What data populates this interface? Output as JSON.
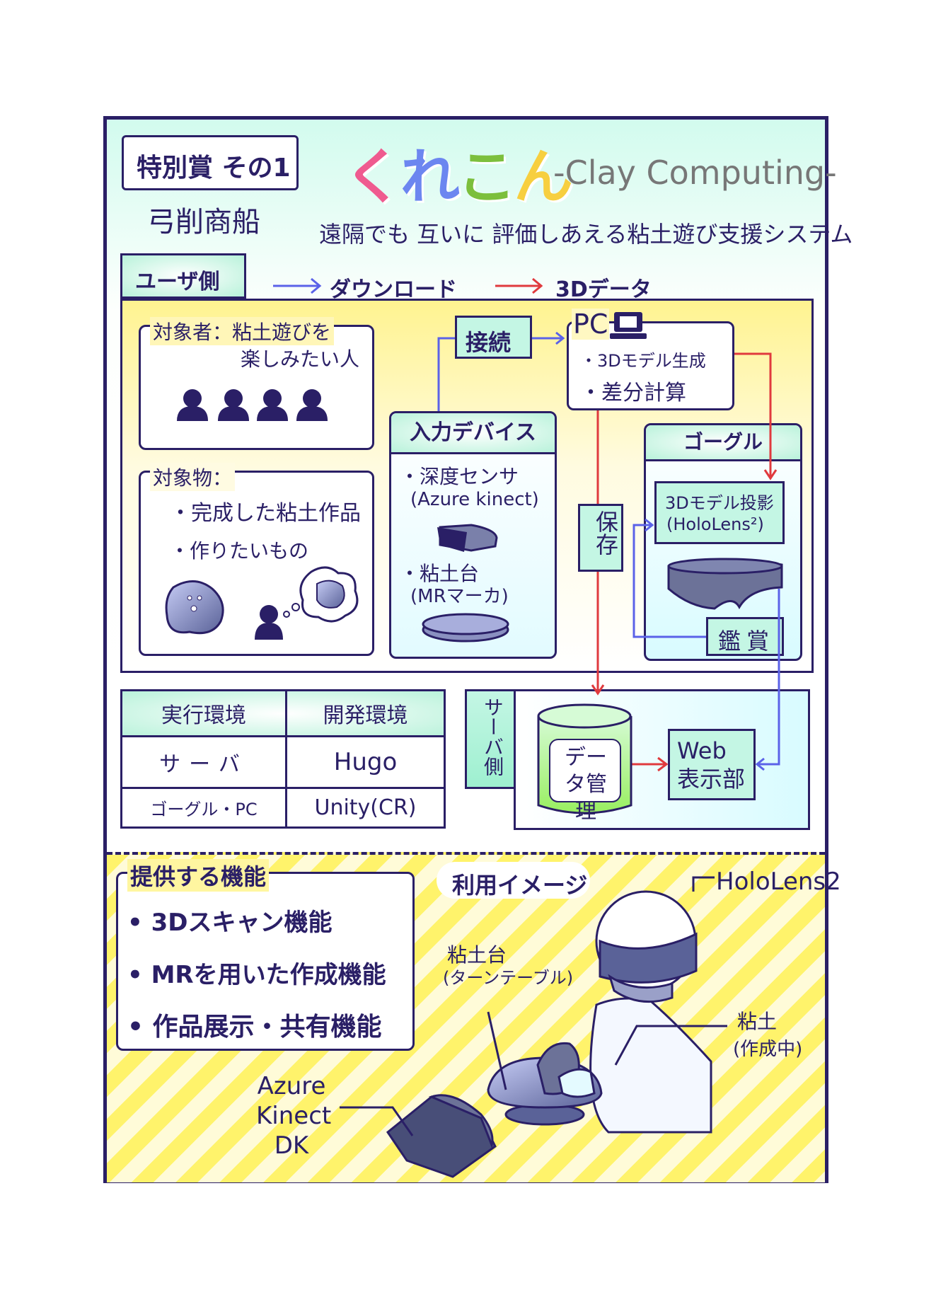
{
  "header": {
    "award": "特別賞 その1",
    "team": "弓削商船",
    "title": "くれこん",
    "title_colors": [
      "#ef5b8f",
      "#6c86f0",
      "#7cbf3c",
      "#f7cf3f"
    ],
    "subtitle_en": "-Clay Computing-",
    "tagline": "遠隔でも 互いに 評価しあえる粘土遊び支援システム"
  },
  "legend": {
    "user_side_tab": "ユーザ側",
    "download": "ダウンロード",
    "data3d": "3Dデータ",
    "download_color": "#5b62e8",
    "data3d_color": "#e03a3e"
  },
  "user_side": {
    "target_person_label": "対象者：粘土遊びを",
    "target_person_label2": "楽しみたい人",
    "target_object_label": "対象物：",
    "target_objects": [
      "・完成した粘土作品",
      "・作りたいもの"
    ],
    "connect": "接続",
    "pc": {
      "label": "PC",
      "items": [
        "・3Dモデル生成",
        "・差分計算"
      ]
    },
    "input_device": {
      "title": "入力デバイス",
      "items": [
        "・深度センサ",
        "(Azure kinect)",
        "・粘土台",
        "(MRマーカ)"
      ]
    },
    "save": "保存",
    "goggle": {
      "title": "ゴーグル",
      "projection": "3Dモデル投影",
      "projection_sub": "(HoloLens²)",
      "view": "鑑賞"
    }
  },
  "env_table": {
    "headers": [
      "実行環境",
      "開発環境"
    ],
    "rows": [
      [
        "サーバ",
        "Hugo"
      ],
      [
        "ゴーグル・PC",
        "Unity(CR)"
      ]
    ]
  },
  "server_side": {
    "tab": "サーバ側",
    "db": "データ管理",
    "web": "Web表示部"
  },
  "features": {
    "title": "提供する機能",
    "items": [
      "3Dスキャン機能",
      "MRを用いた作成機能",
      "作品展示・共有機能"
    ]
  },
  "usage": {
    "title": "利用イメージ",
    "hololens": "HoloLens2",
    "turntable": "粘土台",
    "turntable_sub": "(ターンテーブル)",
    "clay": "粘土",
    "clay_sub": "(作成中)",
    "kinect": [
      "Azure",
      "Kinect",
      "DK"
    ]
  }
}
